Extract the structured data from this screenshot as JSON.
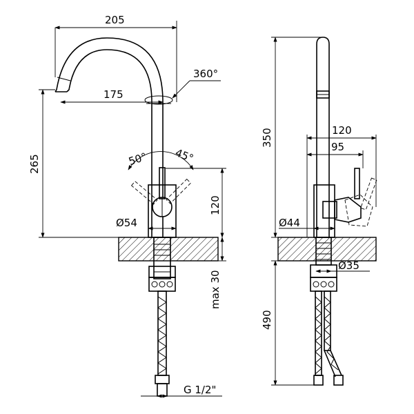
{
  "front_view": {
    "dim_total_width": "205",
    "dim_spout_reach": "175",
    "dim_rotation": "360°",
    "dim_height": "265",
    "dim_angle_left": "50°",
    "dim_angle_right": "45°",
    "dim_base_height": "120",
    "dim_base_diameter": "Ø54",
    "dim_max_thickness": "max 30",
    "dim_thread": "G 1/2\""
  },
  "side_view": {
    "dim_total_height": "350",
    "dim_lever_reach": "120",
    "dim_handle_reach": "95",
    "dim_base_diameter": "Ø44",
    "dim_shank_diameter": "Ø35",
    "dim_hose_length": "490"
  },
  "colors": {
    "ink": "#000000",
    "background": "#ffffff"
  }
}
